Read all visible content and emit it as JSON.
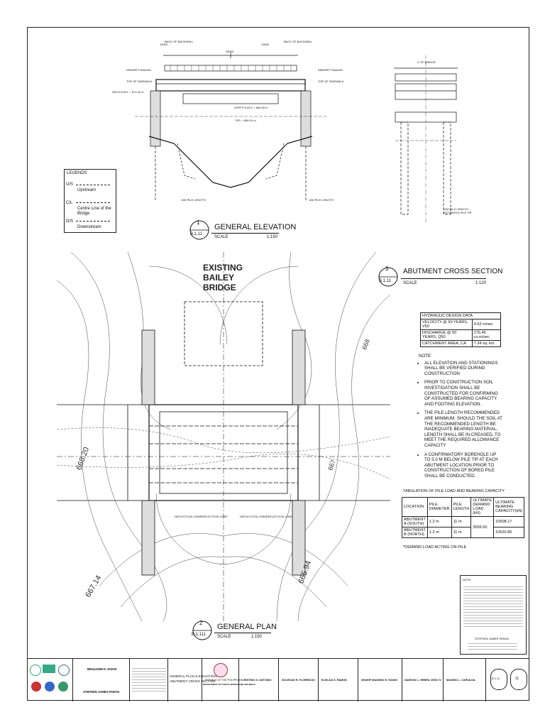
{
  "elevation": {
    "view_no": "1",
    "sheet_ref": "B.1.11",
    "title": "GENERAL ELEVATION",
    "scale_label": "SCALE",
    "scale_value": "1:150",
    "label_railing_l": "PARAPET RAILING",
    "label_railing_r": "PARAPET RAILING",
    "label_sidewalk_l": "TOP OF SIDEWALK",
    "label_sidewalk_r": "TOP OF SIDEWALK",
    "label_back_l": "BACK OF BACKWALL",
    "label_back_r": "BACK OF BACKWALL",
    "label_deck": "DECK ELEV. = 671.20 m",
    "label_soffit": "SOFFIT ELEV. = 669.00 m",
    "label_dfl": "DFL = 668.10 m",
    "label_pile_l": "11M PILE LENGTH",
    "label_pile_r": "11M PILE LENGTH",
    "span_total": "26000",
    "span_left": "13000",
    "span_right": "13000"
  },
  "legend": {
    "title": "LEGENDS",
    "items": [
      {
        "code": "U/S",
        "label": "Upstream"
      },
      {
        "code": "C/L",
        "label": "Centre Line of the Bridge"
      },
      {
        "code": "D/S",
        "label": "Downstream"
      }
    ]
  },
  "cross_section": {
    "view_no": "3",
    "sheet_ref": "B.1.11",
    "title": "ABUTMENT CROSS SECTION",
    "scale_label": "SCALE",
    "scale_value": "1:120",
    "label_cl": "C OF BRIDGE",
    "label_pile_tip": "11M PILE LENGTH ESTIMATED PILE TIP"
  },
  "plan": {
    "view_no": "2",
    "sheet_ref": "B.1.111",
    "title": "GENERAL PLAN",
    "scale_label": "SCALE",
    "scale_value": "1:150",
    "existing_bridge": [
      "EXISTING",
      "BAILEY",
      "BRIDGE"
    ],
    "deflection_labels": [
      "DEFLECTION JOINT",
      "DEFLECTION JOINT",
      "DEFLECTION JOINT",
      "DEFLECTION JOINT"
    ],
    "contours": [
      "668.20",
      "667.14",
      "665.94",
      "668",
      "667"
    ]
  },
  "hydraulic": {
    "title": "HYDRAULIC DESIGN DATA",
    "rows": [
      {
        "label": "VELOCITY @ 50 YEARS, V50",
        "value": "4.62 m/sec"
      },
      {
        "label": "DISCHARGE @ 50 YEARS, Q50",
        "value": "176.45 cu.m/sec"
      },
      {
        "label": "CATCHMENT AREA, CA",
        "value": "7.34 sq. km"
      }
    ]
  },
  "notes": {
    "heading": "NOTE:",
    "items": [
      "ALL ELEVATION AND STATIONINGS SHALL BE VERIFIED DURING CONSTRUCTION",
      "PRIOR TO CONSTRUCTION SOIL INVESTIGATION SHALL BE CONSTRUCTED FOR CONFIRMING OF ASSUMED BEARING CAPACITY AND FOOTING ELEVATION.",
      "THE PILE LENGTH RECOMMENDED ARE MINIMUM. SHOULD THE SOIL AT THE RECOMMENDED LENGTH BE INADEQUATE BEARING MATERIAL, LENGTH SHALL BE IN CREASED, TO MEET THE REQUIRED ALLOWANCE CAPACITY",
      "A CONFIRMATORY BOREHOLE UP TO 5.0 M BELOW PILE TIP AT EACH ABUTMENT LOCATION PRIOR TO CONSTRUCTION OF BORED PILE SHALL BE CONDUCTED."
    ]
  },
  "pile_table": {
    "title": "TABULATION OF PILE LOAD AND BEARING CAPACITY",
    "headers": [
      "LOCATION",
      "PILE DIAMETER",
      "PILE LENGTH",
      "ULTIMATE DEMAND LOAD (kN)",
      "ULTIMATE BEARING CAPACITY(kN)"
    ],
    "rows": [
      {
        "location": "ABUTMENT A (SOUTH)",
        "diameter": "1.2 m",
        "length": "11 m",
        "capacity": "10508.17"
      },
      {
        "location": "ABUTMENT B (NORTH)",
        "diameter": "1.2 m",
        "length": "11 m",
        "capacity": "10520.85"
      }
    ],
    "demand_load": "3656.00",
    "footnote": "*DEMAND LOAD ACTING ON PILE"
  },
  "stamp": {
    "heading": "NOTE:",
    "name": "STEPHEN JAMES PARAN"
  },
  "titleblock": {
    "prepared_by_name": "BENJAMIN D. DIZON",
    "submitted_by_name": "STEPHEN JAMES PARAN",
    "sheet_contents": [
      "GENERAL PLAN & ELEVATION,",
      "ABUTMENT CROSS SECTION"
    ],
    "agency_1": "REPUBLIC OF THE PHILIPPINES",
    "agency_2": "DEPARTMENT OF PUBLIC WORKS AND HIGHWAYS",
    "signatories": [
      "CRISTINO G. ANTONIO",
      "SOLEDAD R. FLORENCIO",
      "ELEILDA S. RAMOS",
      "SHARIF MADSMO H. HASIM",
      "SAMSON L. HEBRA CESO IV",
      "MAXIMO L. CARVAJAL"
    ],
    "sheet_no": "B.1.11",
    "sheet_of": "11"
  }
}
